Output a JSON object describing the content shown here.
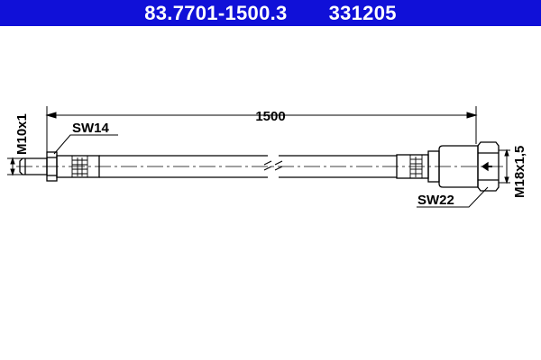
{
  "header": {
    "part_number": "83.7701-1500.3",
    "reference_number": "331205",
    "background_color": "#1010d8"
  },
  "drawing": {
    "length_label": "1500",
    "left_wrench_size": "SW14",
    "left_thread": "M10x1",
    "right_wrench_size": "SW22",
    "right_thread": "M18x1,5"
  }
}
